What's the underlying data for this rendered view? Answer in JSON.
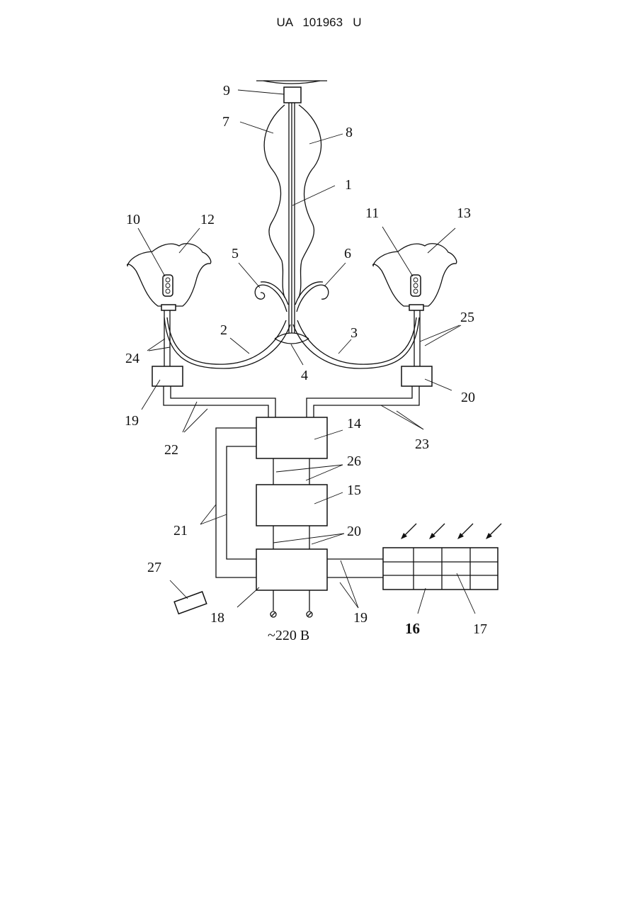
{
  "document": {
    "patent_number": "UA   101963   U"
  },
  "labels": {
    "l1": "1",
    "l2": "2",
    "l3": "3",
    "l4": "4",
    "l5": "5",
    "l6": "6",
    "l7": "7",
    "l8": "8",
    "l9": "9",
    "l10": "10",
    "l11": "11",
    "l12": "12",
    "l13": "13",
    "l14": "14",
    "l15": "15",
    "l16": "16",
    "l17": "17",
    "l18": "18",
    "l19a": "19",
    "l19b": "19",
    "l20a": "20",
    "l20b": "20",
    "l21": "21",
    "l22": "22",
    "l23": "23",
    "l24": "24",
    "l25": "25",
    "l26": "26",
    "l27": "27",
    "voltage": "~220 В"
  }
}
